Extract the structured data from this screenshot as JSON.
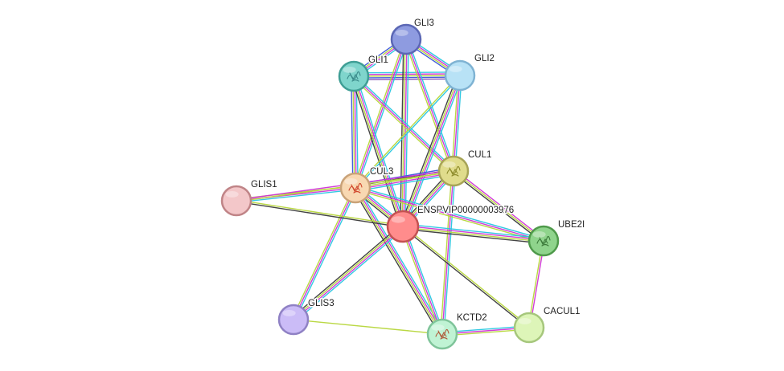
{
  "network": {
    "center_protein": "ENSPVIP00000003976",
    "nodes": [
      {
        "id": "GLI3",
        "label": "GLI3",
        "color": "#8e9be0",
        "stroke": "#5b67b4"
      },
      {
        "id": "GLI1",
        "label": "GLI1",
        "color": "#7fd5cc",
        "stroke": "#3f9e95",
        "icon": "structure-icon",
        "icon_color": "#3a8a8a"
      },
      {
        "id": "GLI2",
        "label": "GLI2",
        "color": "#b8e2f6",
        "stroke": "#7fb3d3"
      },
      {
        "id": "CUL1",
        "label": "CUL1",
        "color": "#e0dc8c",
        "stroke": "#a7a457",
        "icon": "structure-icon",
        "icon_color": "#8c8a2a"
      },
      {
        "id": "CUL3",
        "label": "CUL3",
        "color": "#f8d8b2",
        "stroke": "#c9a278",
        "icon": "structure-icon",
        "icon_color": "#d0452b"
      },
      {
        "id": "GLIS1",
        "label": "GLIS1",
        "color": "#f3c7c9",
        "stroke": "#c08487"
      },
      {
        "id": "ENSPVIP00000003976",
        "label": "ENSPVIP00000003976",
        "color": "#ff8c8c",
        "stroke": "#c45252"
      },
      {
        "id": "UBE2I",
        "label": "UBE2I",
        "color": "#8fd48c",
        "stroke": "#4f9a4b",
        "icon": "structure-icon",
        "icon_color": "#3c7a3a"
      },
      {
        "id": "GLIS3",
        "label": "GLIS3",
        "color": "#cbbcf7",
        "stroke": "#8f81c4"
      },
      {
        "id": "KCTD2",
        "label": "KCTD2",
        "color": "#c0f3d4",
        "stroke": "#7fc49a",
        "icon": "structure-icon",
        "icon_color": "#b05a3a"
      },
      {
        "id": "CACUL1",
        "label": "CACUL1",
        "color": "#ddf5b8",
        "stroke": "#a6c77c"
      }
    ],
    "edges": [
      {
        "source": "GLI3",
        "target": "GLI1",
        "types": [
          "cyan",
          "magenta",
          "yellowgreen",
          "blue"
        ]
      },
      {
        "source": "GLI3",
        "target": "GLI2",
        "types": [
          "cyan",
          "magenta",
          "yellowgreen",
          "blue"
        ]
      },
      {
        "source": "GLI1",
        "target": "GLI2",
        "types": [
          "cyan",
          "magenta",
          "yellowgreen",
          "blue",
          "purple"
        ]
      },
      {
        "source": "GLI3",
        "target": "CUL1",
        "types": [
          "cyan",
          "magenta",
          "yellowgreen"
        ]
      },
      {
        "source": "GLI3",
        "target": "CUL3",
        "types": [
          "cyan",
          "magenta",
          "yellowgreen"
        ]
      },
      {
        "source": "GLI3",
        "target": "ENSPVIP00000003976",
        "types": [
          "cyan",
          "magenta",
          "yellowgreen",
          "black"
        ]
      },
      {
        "source": "GLI1",
        "target": "CUL1",
        "types": [
          "cyan",
          "magenta",
          "yellowgreen"
        ]
      },
      {
        "source": "GLI1",
        "target": "CUL3",
        "types": [
          "cyan",
          "magenta",
          "yellowgreen",
          "blue"
        ]
      },
      {
        "source": "GLI1",
        "target": "ENSPVIP00000003976",
        "types": [
          "cyan",
          "magenta",
          "yellowgreen",
          "black"
        ]
      },
      {
        "source": "GLI2",
        "target": "CUL1",
        "types": [
          "cyan",
          "magenta",
          "yellowgreen"
        ]
      },
      {
        "source": "GLI2",
        "target": "CUL3",
        "types": [
          "cyan",
          "yellowgreen"
        ]
      },
      {
        "source": "GLI2",
        "target": "ENSPVIP00000003976",
        "types": [
          "cyan",
          "magenta",
          "yellowgreen",
          "black"
        ]
      },
      {
        "source": "CUL1",
        "target": "CUL3",
        "types": [
          "cyan",
          "magenta",
          "yellowgreen",
          "black",
          "blue"
        ]
      },
      {
        "source": "CUL1",
        "target": "ENSPVIP00000003976",
        "types": [
          "cyan",
          "magenta",
          "yellowgreen",
          "black"
        ]
      },
      {
        "source": "CUL1",
        "target": "UBE2I",
        "types": [
          "magenta",
          "yellowgreen",
          "black"
        ]
      },
      {
        "source": "CUL1",
        "target": "KCTD2",
        "types": [
          "cyan",
          "magenta",
          "yellowgreen"
        ]
      },
      {
        "source": "CUL3",
        "target": "ENSPVIP00000003976",
        "types": [
          "cyan",
          "magenta",
          "yellowgreen",
          "black"
        ]
      },
      {
        "source": "CUL3",
        "target": "UBE2I",
        "types": [
          "cyan",
          "magenta",
          "yellowgreen"
        ]
      },
      {
        "source": "CUL3",
        "target": "GLIS3",
        "types": [
          "cyan",
          "magenta",
          "yellowgreen"
        ]
      },
      {
        "source": "CUL3",
        "target": "KCTD2",
        "types": [
          "cyan",
          "magenta",
          "yellowgreen",
          "black"
        ]
      },
      {
        "source": "CUL3",
        "target": "GLIS1",
        "types": [
          "cyan",
          "magenta",
          "yellowgreen"
        ]
      },
      {
        "source": "GLIS1",
        "target": "CUL1",
        "types": [
          "magenta",
          "yellowgreen"
        ]
      },
      {
        "source": "GLIS1",
        "target": "ENSPVIP00000003976",
        "types": [
          "yellowgreen",
          "black"
        ]
      },
      {
        "source": "ENSPVIP00000003976",
        "target": "UBE2I",
        "types": [
          "cyan",
          "magenta",
          "yellowgreen",
          "black"
        ]
      },
      {
        "source": "ENSPVIP00000003976",
        "target": "GLIS3",
        "types": [
          "cyan",
          "magenta",
          "yellowgreen",
          "black"
        ]
      },
      {
        "source": "ENSPVIP00000003976",
        "target": "KCTD2",
        "types": [
          "cyan",
          "magenta",
          "yellowgreen"
        ]
      },
      {
        "source": "ENSPVIP00000003976",
        "target": "CACUL1",
        "types": [
          "yellowgreen",
          "black"
        ]
      },
      {
        "source": "UBE2I",
        "target": "CACUL1",
        "types": [
          "magenta",
          "yellowgreen"
        ]
      },
      {
        "source": "KCTD2",
        "target": "CACUL1",
        "types": [
          "cyan",
          "magenta",
          "yellowgreen"
        ]
      },
      {
        "source": "KCTD2",
        "target": "GLIS3",
        "types": [
          "yellowgreen"
        ]
      }
    ],
    "edge_colors": {
      "cyan": "#27c6e0",
      "magenta": "#d033d6",
      "yellowgreen": "#b6d63a",
      "black": "#3a3a3a",
      "blue": "#3c56d8",
      "purple": "#7a4ab2"
    }
  }
}
